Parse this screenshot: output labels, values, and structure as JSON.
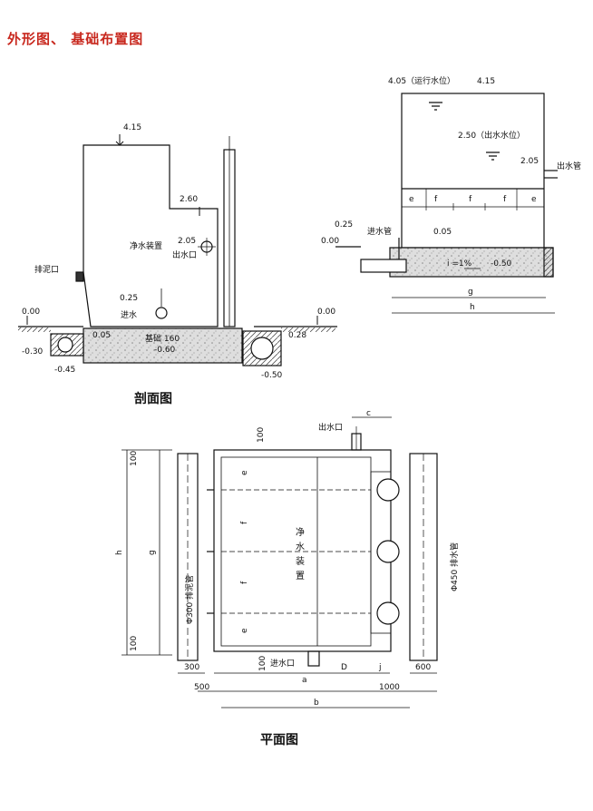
{
  "title": "外形图、 基础布置图",
  "section": {
    "caption": "剖面图",
    "top": "4.15",
    "step": "2.60",
    "outlet_level": "2.05",
    "outlet_label": "出水口",
    "device_label": "净水装置",
    "sludge_label": "排泥口",
    "inlet_level": "0.25",
    "inlet_label": "进水",
    "ground_left": "0.00",
    "ground_right": "0.00",
    "base_top": "0.05",
    "base_label": "基础 160",
    "base_bottom": "-0.60",
    "pit_left": "-0.30",
    "pit_left_bottom": "-0.45",
    "pit_right_top": "0.28",
    "pit_right_bottom": "-0.50"
  },
  "side": {
    "level_run": "4.05（运行水位）",
    "top": "4.15",
    "level_out": "2.50（出水水位）",
    "outlet_level": "2.05",
    "outlet_label": "出水管",
    "modules": [
      "e",
      "f",
      "f",
      "f",
      "e"
    ],
    "inlet_level": "0.25",
    "inlet_label": "进水管",
    "level_mid": "0.05",
    "ground": "0.00",
    "slope": "i =1%",
    "base_bottom": "-0.50",
    "dim_g": "g",
    "dim_h": "h"
  },
  "plan": {
    "caption": "平面图",
    "outlet_label": "出水口",
    "dim_c": "c",
    "dim_top": "100",
    "dim_left_top": "100",
    "dim_left_bottom": "100",
    "dim_h": "h",
    "dim_g": "g",
    "rows": [
      "e",
      "f",
      "f",
      "e"
    ],
    "device_label": [
      "净",
      "水",
      "装",
      "置"
    ],
    "sludge_pipe": "Φ300 排泥管",
    "drain_pipe": "Φ450 排水管",
    "inlet_label": "进水口",
    "dim_bottom_100": "100",
    "dim_a": "a",
    "dim_D": "D",
    "dim_j": "j",
    "dim_300": "300",
    "dim_600": "600",
    "dim_1000": "1000",
    "dim_500": "500",
    "dim_b": "b"
  }
}
